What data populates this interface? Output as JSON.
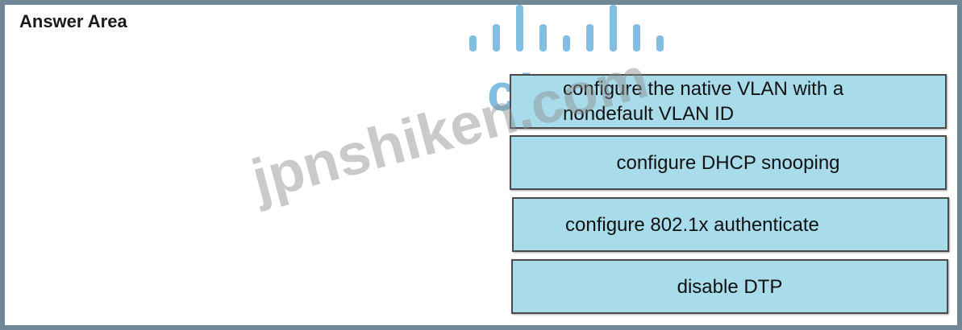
{
  "answer_area": {
    "title": "Answer Area"
  },
  "logo": {
    "text": "cisco",
    "color": "#58a9d8",
    "icon": "cisco-bars-icon"
  },
  "watermark": {
    "text": "jpnshiken.com"
  },
  "options": [
    {
      "label": "configure the native VLAN with a nondefault VLAN ID"
    },
    {
      "label": "configure DHCP snooping"
    },
    {
      "label": "configure 802.1x authenticate"
    },
    {
      "label": "disable DTP"
    }
  ],
  "colors": {
    "frame_border": "#6f8797",
    "option_fill": "#a8dcea",
    "option_border": "#4a4a4a"
  }
}
